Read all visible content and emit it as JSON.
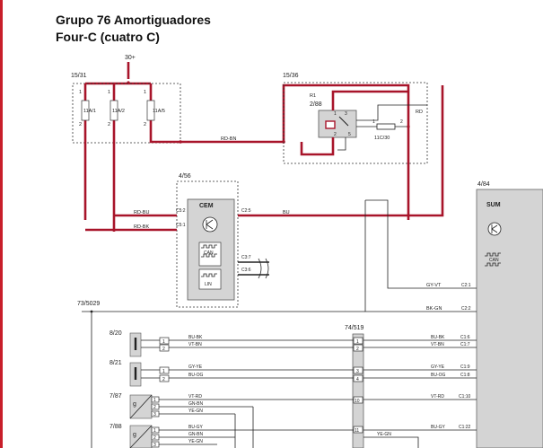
{
  "title": {
    "line1": "Grupo 76 Amortiguadores",
    "line2": "Four-C (cuatro C)"
  },
  "power": {
    "label": "30+"
  },
  "fusebox": {
    "id": "15/31",
    "fuses": [
      {
        "label": "11A/1",
        "pin_top": "1",
        "pin_bottom": "2"
      },
      {
        "label": "11A/2",
        "pin_top": "1",
        "pin_bottom": "2"
      },
      {
        "label": "11A/5",
        "pin_top": "1",
        "pin_bottom": "2"
      }
    ]
  },
  "relaybox": {
    "id": "15/36",
    "relay_id": "R1",
    "relay_ref": "2/88",
    "pins": [
      "1",
      "2",
      "3",
      "5"
    ],
    "rd_label": "RD",
    "fuse_label": "11C/30",
    "fuse_pins": [
      "1",
      "2"
    ]
  },
  "wires": {
    "rd_bn": "RD-BN",
    "rd_bu": "RD-BU",
    "rd_bk": "RD-BK",
    "bu": "BU",
    "gy_vt": "GY-VT",
    "bk_gn": "BK-GN",
    "ye_gn": "YE-GN"
  },
  "cem": {
    "ref": "4/56",
    "name": "CEM",
    "can_label": "CAN",
    "lin_label": "LIN",
    "connectors": {
      "c52": "C5:2",
      "c51": "C5:1",
      "c25": "C2:5",
      "c37": "C3:7",
      "c36": "C3:6"
    }
  },
  "sum": {
    "ref": "4/84",
    "name": "SUM",
    "can_label": "CAN",
    "connectors": [
      "C2:1",
      "C2:2",
      "C1:6",
      "C1:7",
      "C1:9",
      "C1:8",
      "C1:10",
      "C1:22"
    ]
  },
  "ground_ref": "73/5029",
  "junction": {
    "ref": "74/519",
    "pins": [
      "1",
      "2",
      "3",
      "4",
      "10",
      "11"
    ]
  },
  "sensors": [
    {
      "ref": "8/20",
      "pins": [
        "1",
        "2"
      ],
      "wires": [
        "BU-BK",
        "VT-BN"
      ]
    },
    {
      "ref": "8/21",
      "pins": [
        "1",
        "2"
      ],
      "wires": [
        "GY-YE",
        "BU-OG"
      ]
    },
    {
      "ref": "7/87",
      "pins": [
        "1",
        "2",
        "3"
      ],
      "wires": [
        "VT-RD",
        "GN-BN",
        "YE-GN"
      ]
    },
    {
      "ref": "7/88",
      "pins": [
        "1",
        "2",
        "3"
      ],
      "wires": [
        "BU-GY",
        "GN-BN",
        "YE-GN"
      ]
    }
  ],
  "right_wires": [
    "GY-VT",
    "BK-GN",
    "BU-BK",
    "VT-BN",
    "GY-YE",
    "BU-OG",
    "VT-RD",
    "BU-GY"
  ],
  "colors": {
    "power_wire": "#a8142a",
    "signal_wire": "#222222",
    "module_fill": "#d4d4d4"
  }
}
